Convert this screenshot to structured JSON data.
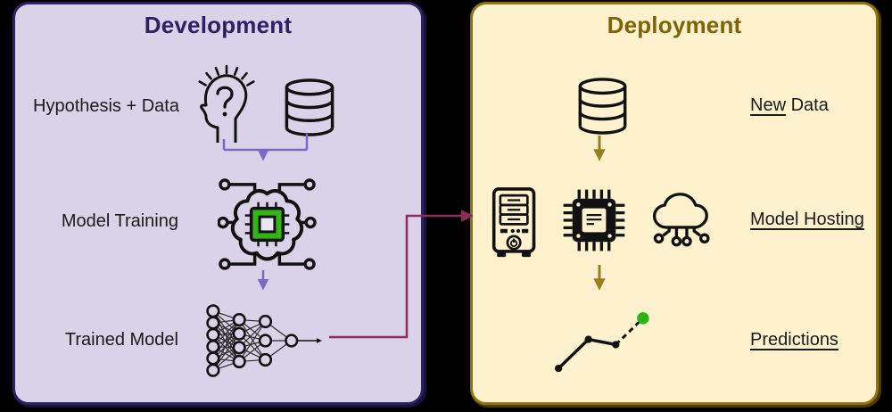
{
  "colors": {
    "page_bg": "#000000",
    "dev_panel_bg": "#d9d2e9",
    "dev_panel_border": "#2b2163",
    "dev_title_color": "#2d2164",
    "dev_arrow_color": "#7a68c4",
    "dep_panel_bg": "#fdf2cd",
    "dep_panel_border": "#8f7310",
    "dep_title_color": "#7d6407",
    "dep_arrow_color": "#97801c",
    "transfer_arrow_color": "#8e2c5a",
    "chip_green": "#33b515",
    "prediction_dot_green": "#2db312",
    "icon_stroke": "#111111"
  },
  "development": {
    "title": "Development",
    "rows": [
      {
        "label": "Hypothesis + Data",
        "icons": [
          "thinking-head-icon",
          "database-icon"
        ]
      },
      {
        "label": "Model Training",
        "icons": [
          "ai-brain-chip-icon"
        ]
      },
      {
        "label": "Trained Model",
        "icons": [
          "neural-network-icon"
        ]
      }
    ]
  },
  "deployment": {
    "title": "Deployment",
    "rows": [
      {
        "label_underlined": "New",
        "label_rest": " Data",
        "icons": [
          "database-icon"
        ]
      },
      {
        "label_underlined": "Model Hosting",
        "label_rest": "",
        "icons": [
          "server-icon",
          "cpu-chip-icon",
          "cloud-network-icon"
        ]
      },
      {
        "label_underlined": "Predictions",
        "label_rest": "",
        "icons": [
          "trend-chart-icon"
        ]
      }
    ]
  },
  "connectors": [
    {
      "name": "hypothesis-to-training",
      "color": "#7a68c4"
    },
    {
      "name": "training-to-trained-model",
      "color": "#7a68c4"
    },
    {
      "name": "trained-model-to-hosting-transfer",
      "color": "#8e2c5a"
    },
    {
      "name": "new-data-to-hosting",
      "color": "#97801c"
    },
    {
      "name": "hosting-to-predictions",
      "color": "#97801c"
    }
  ]
}
